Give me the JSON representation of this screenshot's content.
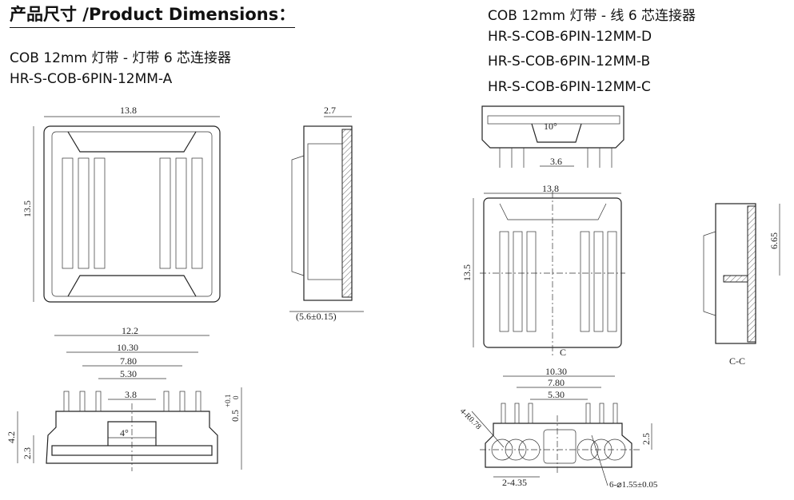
{
  "header": {
    "title": "产品尺寸 /Product Dimensions："
  },
  "left_section": {
    "description": "COB  12mm 灯带 - 灯带 6 芯连接器",
    "model_a": "HR-S-COB-6PIN-12MM-A"
  },
  "right_section": {
    "description": "COB  12mm 灯带 - 线 6 芯连接器",
    "model_d": "HR-S-COB-6PIN-12MM-D",
    "model_b": "HR-S-COB-6PIN-12MM-B",
    "model_c": "HR-S-COB-6PIN-12MM-C"
  },
  "dims_a": {
    "width": "13.8",
    "height": "13.5",
    "thickness": "2.7",
    "depth": "(5.6±0.15)",
    "overall": "12.2",
    "pitch1": "10.30",
    "pitch2": "7.80",
    "pitch3": "5.30",
    "gap": "3.8",
    "angle": "4°",
    "h1": "4.2",
    "h2": "2.3",
    "tol_upper": "+0.1",
    "tol_lower": "0",
    "tol_value": "0.5"
  },
  "dims_b": {
    "angle": "10°",
    "gap": "3.6",
    "width": "13.8",
    "height": "13.5",
    "section_mark": "C",
    "section_height": "6.65",
    "section_label": "C-C",
    "pitch1": "10.30",
    "pitch2": "7.80",
    "pitch3": "5.30",
    "radius": "4-R0.78",
    "h": "2.5",
    "spacing": "2-4.35",
    "hole": "6-⌀1.55±0.05"
  }
}
